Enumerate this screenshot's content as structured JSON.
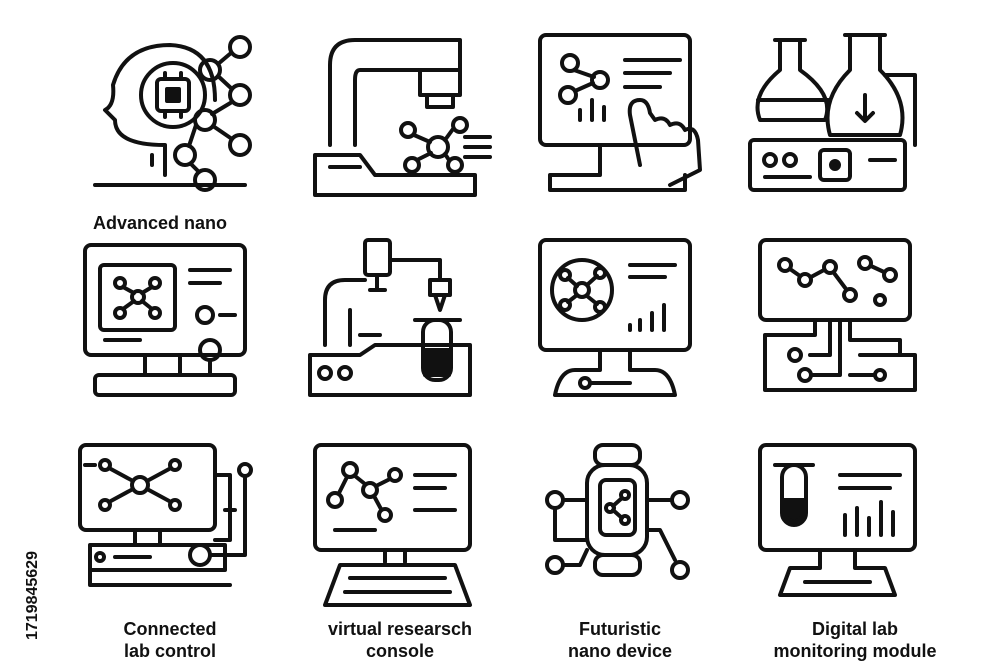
{
  "labels": {
    "advanced_nano": "Advanced nano",
    "connected_lab_control": "Connected\nlab control",
    "virtual_research_console": "virtual researsch\nconsole",
    "futuristic_nano_device": "Futuristic\nnano device",
    "digital_lab_monitoring": "Digital lab\nmonitoring module"
  },
  "stock_id": "1719845629",
  "icons": [
    "ai-head-chip-icon",
    "microscope-molecule-icon",
    "touch-monitor-icon",
    "lab-flasks-device-icon",
    "control-panel-monitor-icon",
    "lab-pipette-station-icon",
    "molecule-monitor-icon",
    "circuit-dashboard-icon",
    "connected-lab-control-icon",
    "virtual-research-console-icon",
    "futuristic-nano-device-icon",
    "digital-lab-monitoring-icon"
  ]
}
